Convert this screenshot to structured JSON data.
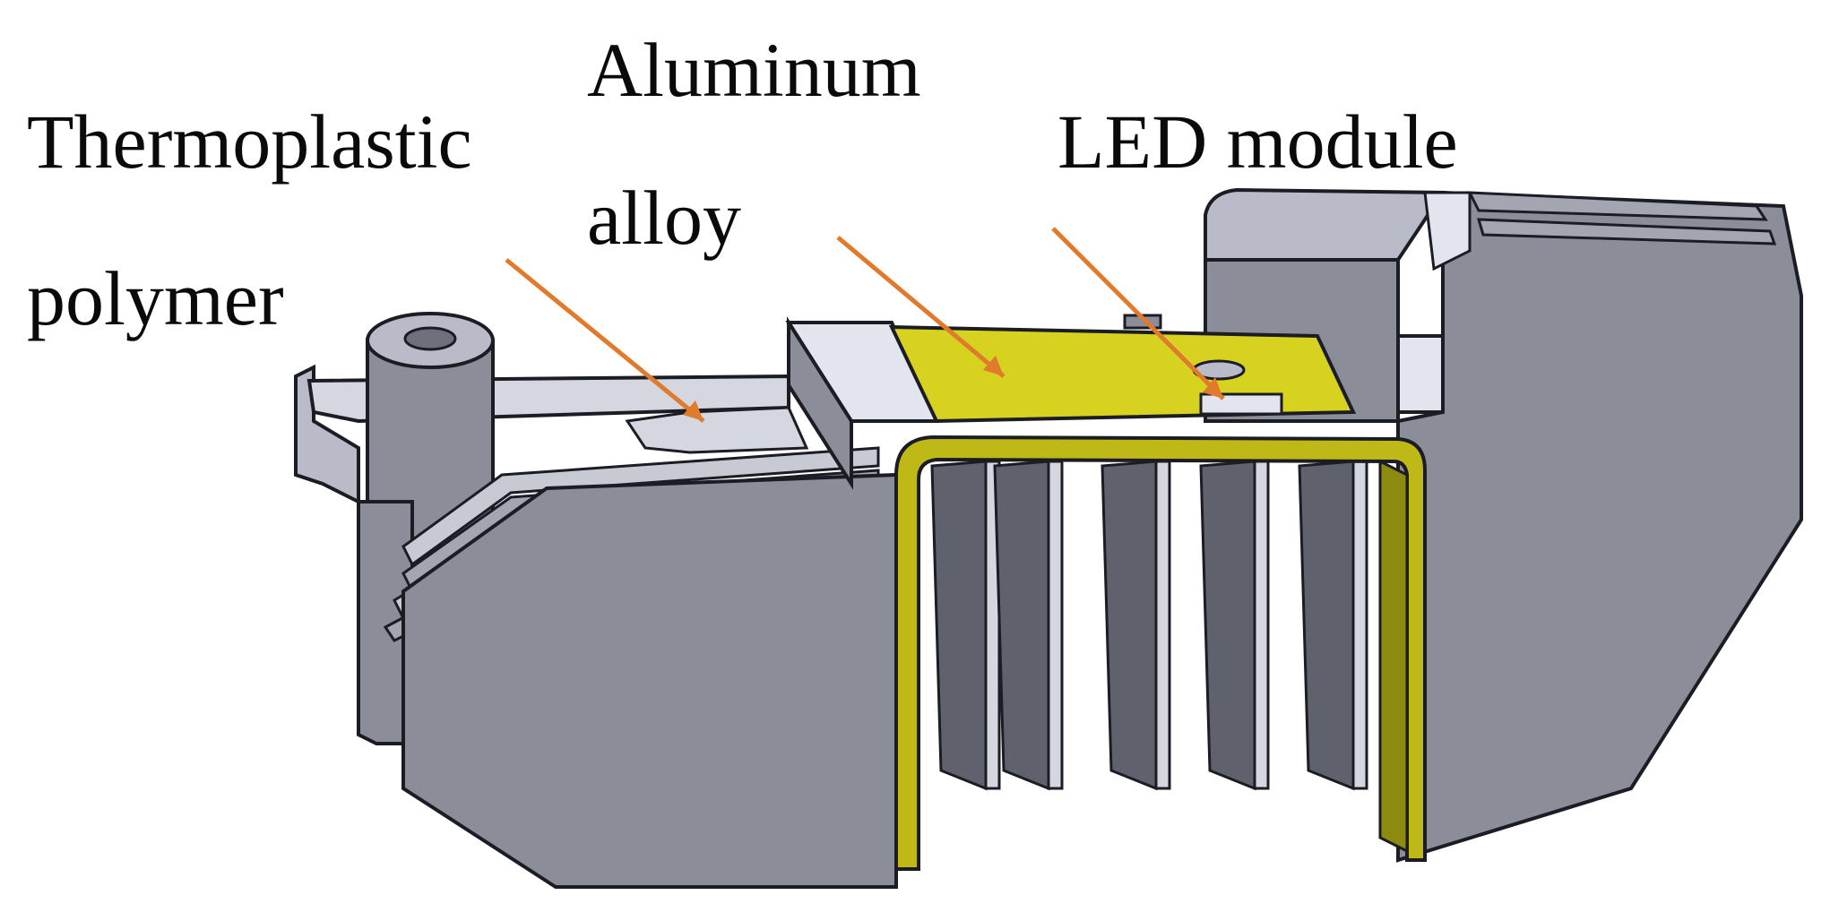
{
  "labels": {
    "thermoplastic_line1": "Thermoplastic",
    "thermoplastic_line2": "polymer",
    "aluminum_line1": "Aluminum",
    "aluminum_line2": "alloy",
    "led": "LED module"
  },
  "colors": {
    "body_gray": "#8b8d99",
    "body_gray_dark": "#6e707c",
    "body_gray_light": "#b9bbc8",
    "highlight": "#e3e5ee",
    "pcb_yellow": "#d6d21f",
    "pcb_yellow_dark": "#8d8a10",
    "arrow": "#e07a2c",
    "outline": "#1c1c24"
  }
}
